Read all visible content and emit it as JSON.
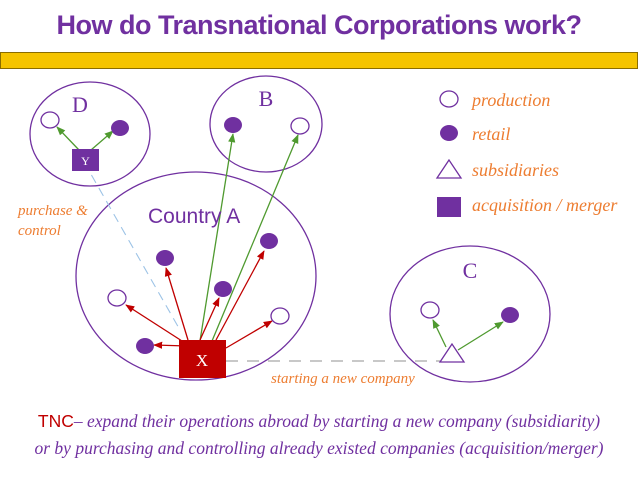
{
  "title": "How do Transnational Corporations work?",
  "colors": {
    "title": "#7030a0",
    "title_bar": "#f5c400",
    "circle_outline": "#7030a0",
    "node_fill": "#7030a0",
    "green_arrow": "#4f9a2f",
    "red_arrow": "#c00000",
    "legend_text": "#ed7d31",
    "country_label": "#7030a0",
    "company_x": "#c00000",
    "company_y": "#7030a0",
    "dashed_blue": "#9dc3e6",
    "dashed_gray": "#a6a6a6",
    "caption_text": "#7030a0",
    "caption_abbr": "#c00000"
  },
  "diagram": {
    "country_labels": {
      "a": "Country A",
      "b": "B",
      "c": "C",
      "d": "D"
    },
    "companies": {
      "x": "X",
      "y": "Y"
    },
    "annotations": {
      "purchase_line1": "purchase &",
      "purchase_line2": "control",
      "starting": "starting a new company"
    },
    "legend": [
      {
        "shape": "open-circle",
        "label": "production"
      },
      {
        "shape": "filled-circle",
        "label": "retail"
      },
      {
        "shape": "triangle",
        "label": "subsidiaries"
      },
      {
        "shape": "filled-square",
        "label": "acquisition / merger"
      }
    ]
  },
  "caption": {
    "abbr": "TNC",
    "line1_rest": "– expand their operations abroad by starting a new company (subsidiarity)",
    "line2": "or by purchasing and controlling already existed companies (acquisition/merger)"
  }
}
